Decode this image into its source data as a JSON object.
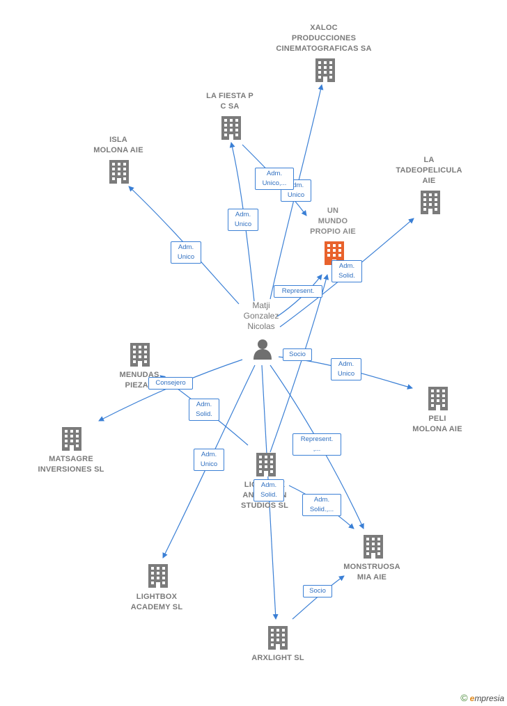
{
  "colors": {
    "edge": "#3a7fd5",
    "building": "#7b7b7b",
    "highlight": "#e8622c"
  },
  "nodes": {
    "xaloc": "XALOC\nPRODUCCIONES\nCINEMATOGRAFICAS SA",
    "lafiesta": "LA FIESTA P\nC SA",
    "isla": "ISLA\nMOLONA AIE",
    "tadeo": "LA\nTADEOPELICULA\nAIE",
    "unmundo": "UN\nMUNDO\nPROPIO AIE",
    "person": "Matji\nGonzalez\nNicolas",
    "menudas": "MENUDAS\nPIEZAS",
    "peli": "PELI\nMOLONA AIE",
    "matsagre": "MATSAGRE\nINVERSIONES SL",
    "lightanimation": "LIGHTBOX\nANIMATION\nSTUDIOS SL",
    "monstruosa": "MONSTRUOSA\nMIA AIE",
    "lightacademy": "LIGHTBOX\nACADEMY SL",
    "arxlight": "ARXLIGHT SL"
  },
  "edge_labels": {
    "adm_unico_isla": "Adm.\nUnico",
    "adm_unico_fiesta": "Adm.\nUnico",
    "adm_unico_fiesta2": "Adm.\nUnico,...",
    "adm_unico_xaloc": "Adm.\nUnico",
    "adm_solid_tadeo": "Adm.\nSolid.",
    "represent_unmundo": "Represent.",
    "socio_peli": "Socio",
    "adm_unico_peli": "Adm.\nUnico",
    "consejero": "Consejero",
    "adm_solid_menudas": "Adm.\nSolid.",
    "represent_monstruosa": "Represent.\n,...",
    "adm_unico_academy": "Adm.\nUnico",
    "adm_solid_arx": "Adm.\nSolid.",
    "adm_solid_monst": "Adm.\nSolid.,...",
    "socio_arx": "Socio"
  },
  "footer": {
    "copyright": "©",
    "brand_e": "e",
    "brand_rest": "mpresia"
  }
}
